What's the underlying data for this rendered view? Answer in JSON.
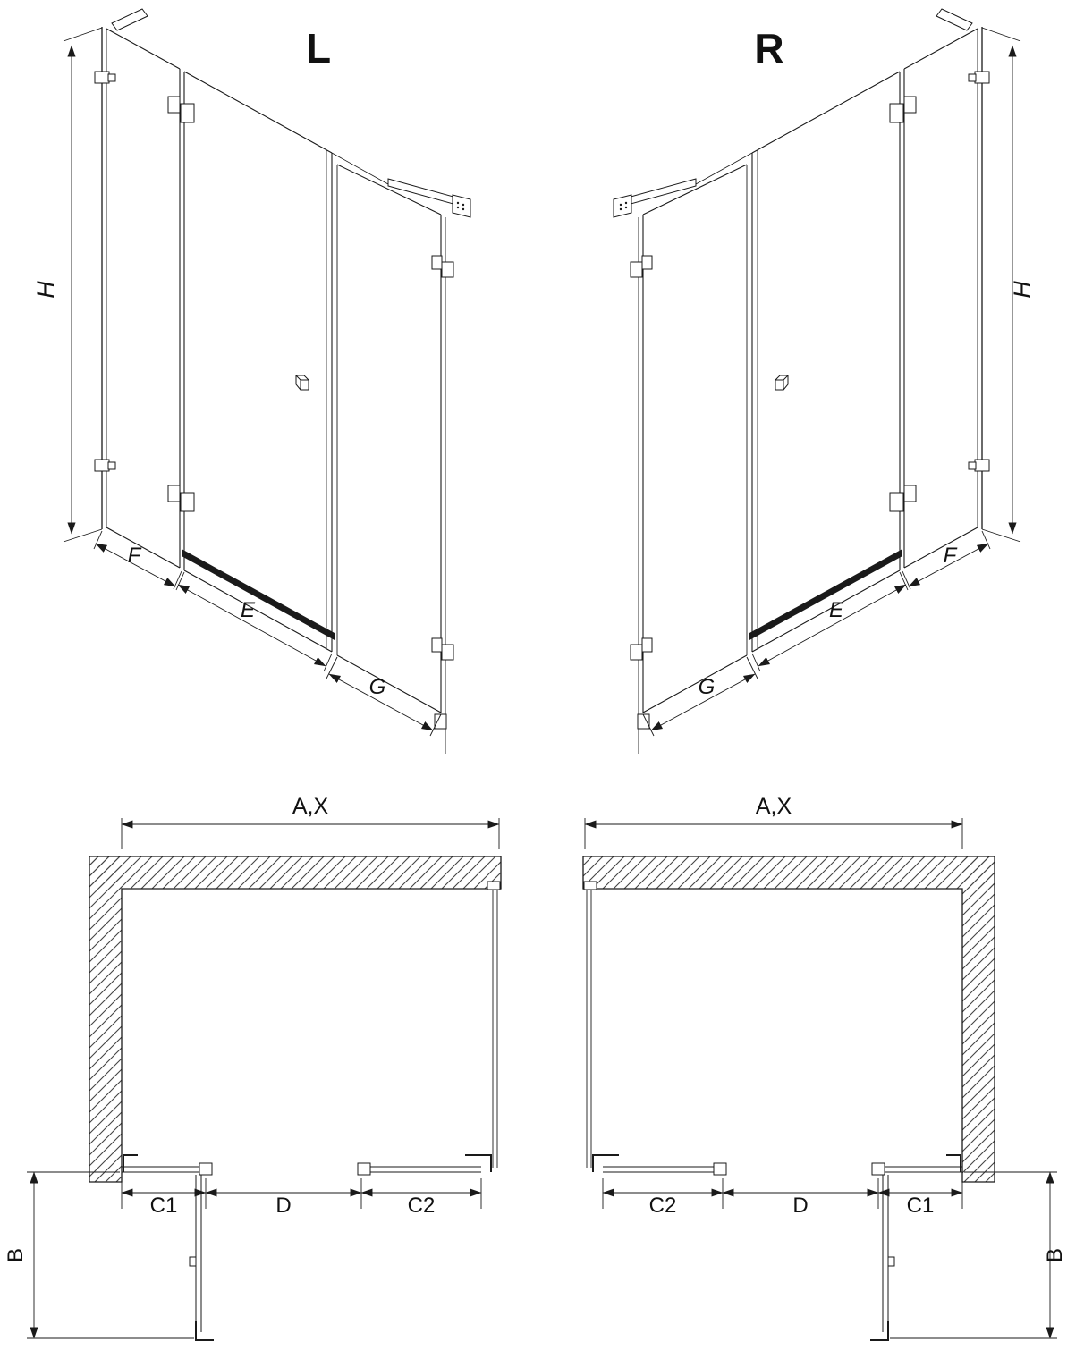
{
  "views": {
    "iso_left": {
      "title": "L",
      "dims": {
        "height": "H",
        "left": "F",
        "middle": "E",
        "right": "G"
      }
    },
    "iso_right": {
      "title": "R",
      "dims": {
        "height": "H",
        "left": "G",
        "middle": "E",
        "right": "F"
      }
    },
    "plan_left": {
      "dims": {
        "width": "A,X",
        "seg1": "C1",
        "seg2": "D",
        "seg3": "C2",
        "door": "B"
      }
    },
    "plan_right": {
      "dims": {
        "width": "A,X",
        "seg1": "C2",
        "seg2": "D",
        "seg3": "C1",
        "door": "B"
      }
    }
  },
  "colors": {
    "line": "#1a1a1a",
    "hatch": "#444444",
    "background": "#ffffff",
    "threshold": "#1a1a1a"
  }
}
